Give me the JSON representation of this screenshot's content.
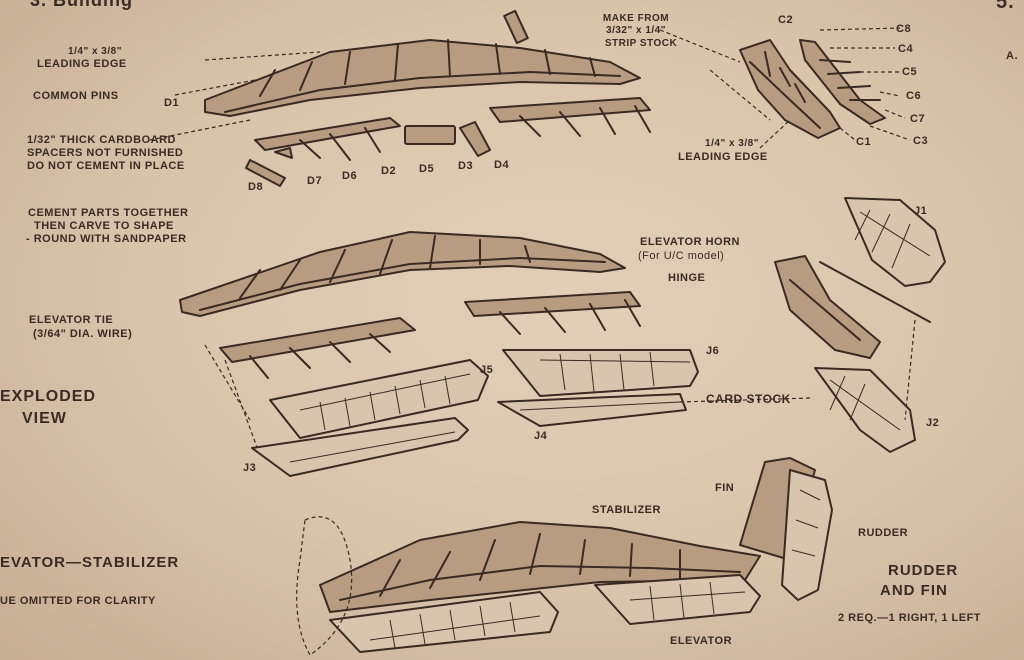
{
  "header": {
    "step_left": "3. Building",
    "step_right": "5."
  },
  "labels": {
    "leading_edge_size": "1/4\" x 3/8\"",
    "leading_edge": "LEADING EDGE",
    "common_pins": "COMMON PINS",
    "d1": "D1",
    "make_from_1": "MAKE FROM",
    "make_from_2": "3/32\" x 1/4\"",
    "make_from_3": "STRIP STOCK",
    "spacers_1": "1/32\" THICK CARDBOARD",
    "spacers_2": "SPACERS NOT FURNISHED",
    "spacers_3": "DO NOT CEMENT IN PLACE",
    "d8": "D8",
    "d7": "D7",
    "d6": "D6",
    "d2": "D2",
    "d5": "D5",
    "d3": "D3",
    "d4": "D4",
    "c2": "C2",
    "c8": "C8",
    "c4": "C4",
    "c5": "C5",
    "c6": "C6",
    "c7": "C7",
    "c3": "C3",
    "c1": "C1",
    "a": "A.",
    "leading_edge2_size": "1/4\" x 3/8\"",
    "leading_edge2": "LEADING EDGE",
    "cement_1": "CEMENT PARTS TOGETHER",
    "cement_2": "THEN CARVE TO SHAPE",
    "cement_3": "- ROUND WITH SANDPAPER",
    "elevator_horn": "ELEVATOR HORN",
    "for_uc": "(For U/C model)",
    "hinge": "HINGE",
    "j1": "J1",
    "elevator_tie_1": "ELEVATOR TIE",
    "elevator_tie_2": "(3/64\" DIA. WIRE)",
    "j6": "J6",
    "j5": "J5",
    "j4": "J4",
    "j3": "J3",
    "j2": "J2",
    "exploded_1": "EXPLODED",
    "exploded_2": "VIEW",
    "card_stock": "CARD STOCK",
    "fin": "FIN",
    "stabilizer": "STABILIZER",
    "rudder": "RUDDER",
    "elevator": "ELEVATOR",
    "section_title": "EVATOR—STABILIZER",
    "section_sub": "UE OMITTED FOR CLARITY",
    "rudder_fin_1": "RUDDER",
    "rudder_fin_2": "AND FIN",
    "rudder_fin_3": "2 REQ.—1 RIGHT, 1 LEFT"
  }
}
